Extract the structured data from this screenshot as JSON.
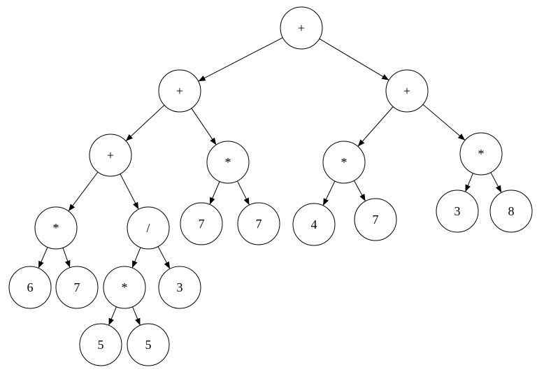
{
  "tree": {
    "nodes": [
      {
        "id": "root",
        "label": "+"
      },
      {
        "id": "n1",
        "label": "+"
      },
      {
        "id": "n2",
        "label": "+"
      },
      {
        "id": "n3",
        "label": "+"
      },
      {
        "id": "n4",
        "label": "*"
      },
      {
        "id": "n5",
        "label": "*"
      },
      {
        "id": "n6",
        "label": "*"
      },
      {
        "id": "n7",
        "label": "*"
      },
      {
        "id": "n8",
        "label": "/"
      },
      {
        "id": "n9",
        "label": "7"
      },
      {
        "id": "n10",
        "label": "7"
      },
      {
        "id": "n11",
        "label": "4"
      },
      {
        "id": "n12",
        "label": "7"
      },
      {
        "id": "n13",
        "label": "3"
      },
      {
        "id": "n14",
        "label": "8"
      },
      {
        "id": "n15",
        "label": "6"
      },
      {
        "id": "n16",
        "label": "7"
      },
      {
        "id": "n17",
        "label": "*"
      },
      {
        "id": "n18",
        "label": "3"
      },
      {
        "id": "n19",
        "label": "5"
      },
      {
        "id": "n20",
        "label": "5"
      }
    ],
    "edges": [
      [
        "root",
        "n1"
      ],
      [
        "root",
        "n2"
      ],
      [
        "n1",
        "n3"
      ],
      [
        "n1",
        "n4"
      ],
      [
        "n2",
        "n5"
      ],
      [
        "n2",
        "n6"
      ],
      [
        "n3",
        "n7"
      ],
      [
        "n3",
        "n8"
      ],
      [
        "n4",
        "n9"
      ],
      [
        "n4",
        "n10"
      ],
      [
        "n5",
        "n11"
      ],
      [
        "n5",
        "n12"
      ],
      [
        "n6",
        "n13"
      ],
      [
        "n6",
        "n14"
      ],
      [
        "n7",
        "n15"
      ],
      [
        "n7",
        "n16"
      ],
      [
        "n8",
        "n17"
      ],
      [
        "n8",
        "n18"
      ],
      [
        "n17",
        "n19"
      ],
      [
        "n17",
        "n20"
      ]
    ]
  }
}
